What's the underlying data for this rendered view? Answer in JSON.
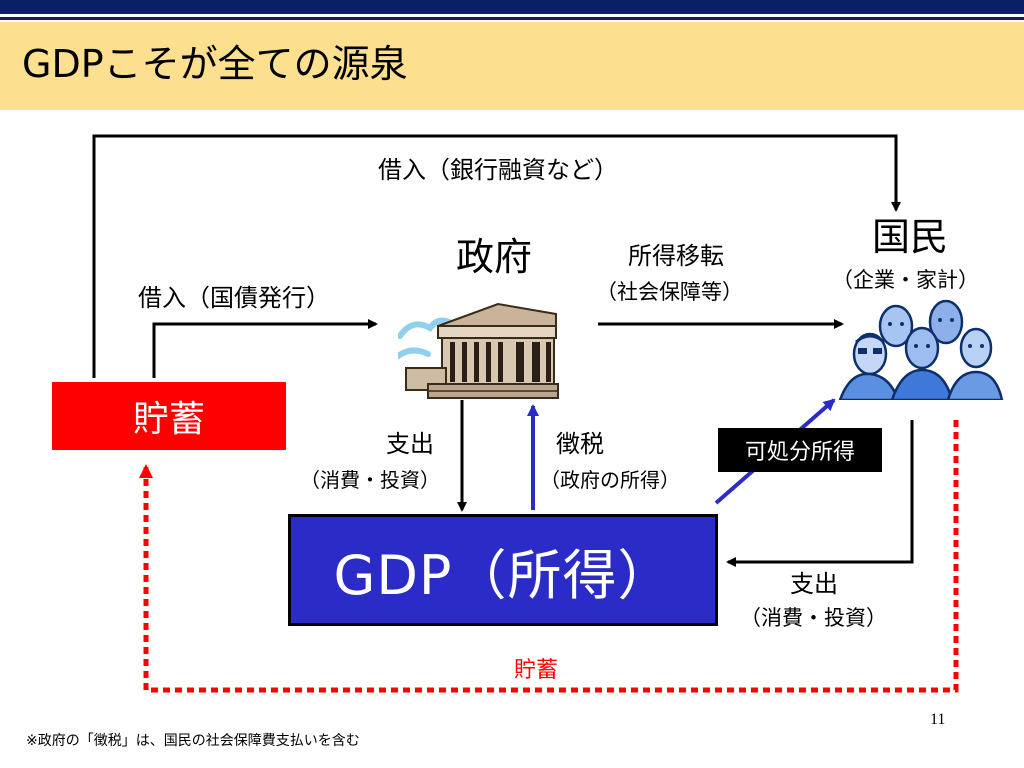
{
  "slide": {
    "title": "GDPこそが全ての源泉",
    "page_number": "11",
    "footnote": "※政府の「徴税」は、国民の社会保障費支払いを含む"
  },
  "nodes": {
    "government": {
      "label": "政府",
      "icon": "government-building-icon"
    },
    "citizens": {
      "label": "国民",
      "sublabel": "（企業・家計）",
      "icon": "people-group-icon"
    },
    "savings": {
      "label": "貯蓄"
    },
    "gdp": {
      "label": "GDP（所得）"
    }
  },
  "flows": {
    "bank_loan": "借入（銀行融資など）",
    "bond_issue": "借入（国債発行）",
    "transfer": {
      "line1": "所得移転",
      "line2": "（社会保障等）"
    },
    "gov_spending": {
      "line1": "支出",
      "line2": "（消費・投資）"
    },
    "taxation": {
      "line1": "徴税",
      "line2": "（政府の所得）"
    },
    "disposable_income": "可処分所得",
    "citizen_spending": {
      "line1": "支出",
      "line2": "（消費・投資）"
    },
    "savings_flow": "貯蓄"
  },
  "colors": {
    "header_bar": "#0b1f66",
    "title_band": "#fce08f",
    "savings_box": "#ff0000",
    "gdp_box": "#2b2bc8",
    "blue_arrow": "#2b2bc8",
    "red_dotted": "#ff0000",
    "label_box": "#000000"
  }
}
